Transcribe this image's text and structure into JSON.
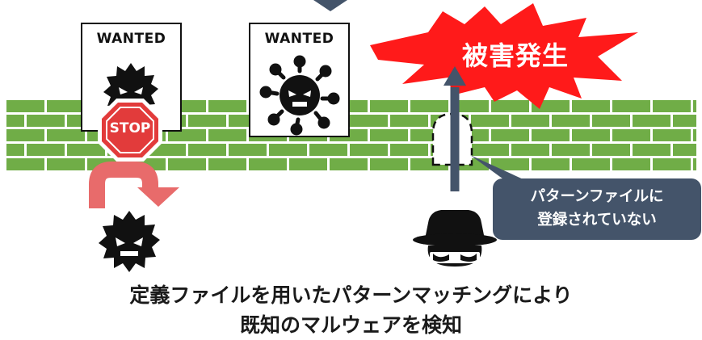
{
  "posters": [
    {
      "label": "WANTED"
    },
    {
      "label": "WANTED"
    }
  ],
  "stop_sign": {
    "text": "STOP"
  },
  "damage_burst": {
    "text": "被害発生",
    "color": "#ff1a1a"
  },
  "callout": {
    "line1": "パターンファイルに",
    "line2": "登録されていない",
    "color": "#44546a"
  },
  "caption": {
    "line1": "定義ファイルを用いたパターンマッチングにより",
    "line2": "既知のマルウェアを検知"
  },
  "colors": {
    "brick": "#70ad47",
    "stop": "#e23b3b",
    "u_turn_arrow": "#e86b6b",
    "up_arrow": "#44546a"
  },
  "icons": [
    "virus-icon",
    "stop-sign-icon",
    "u-turn-arrow-icon",
    "hacker-icon",
    "burst-icon"
  ]
}
